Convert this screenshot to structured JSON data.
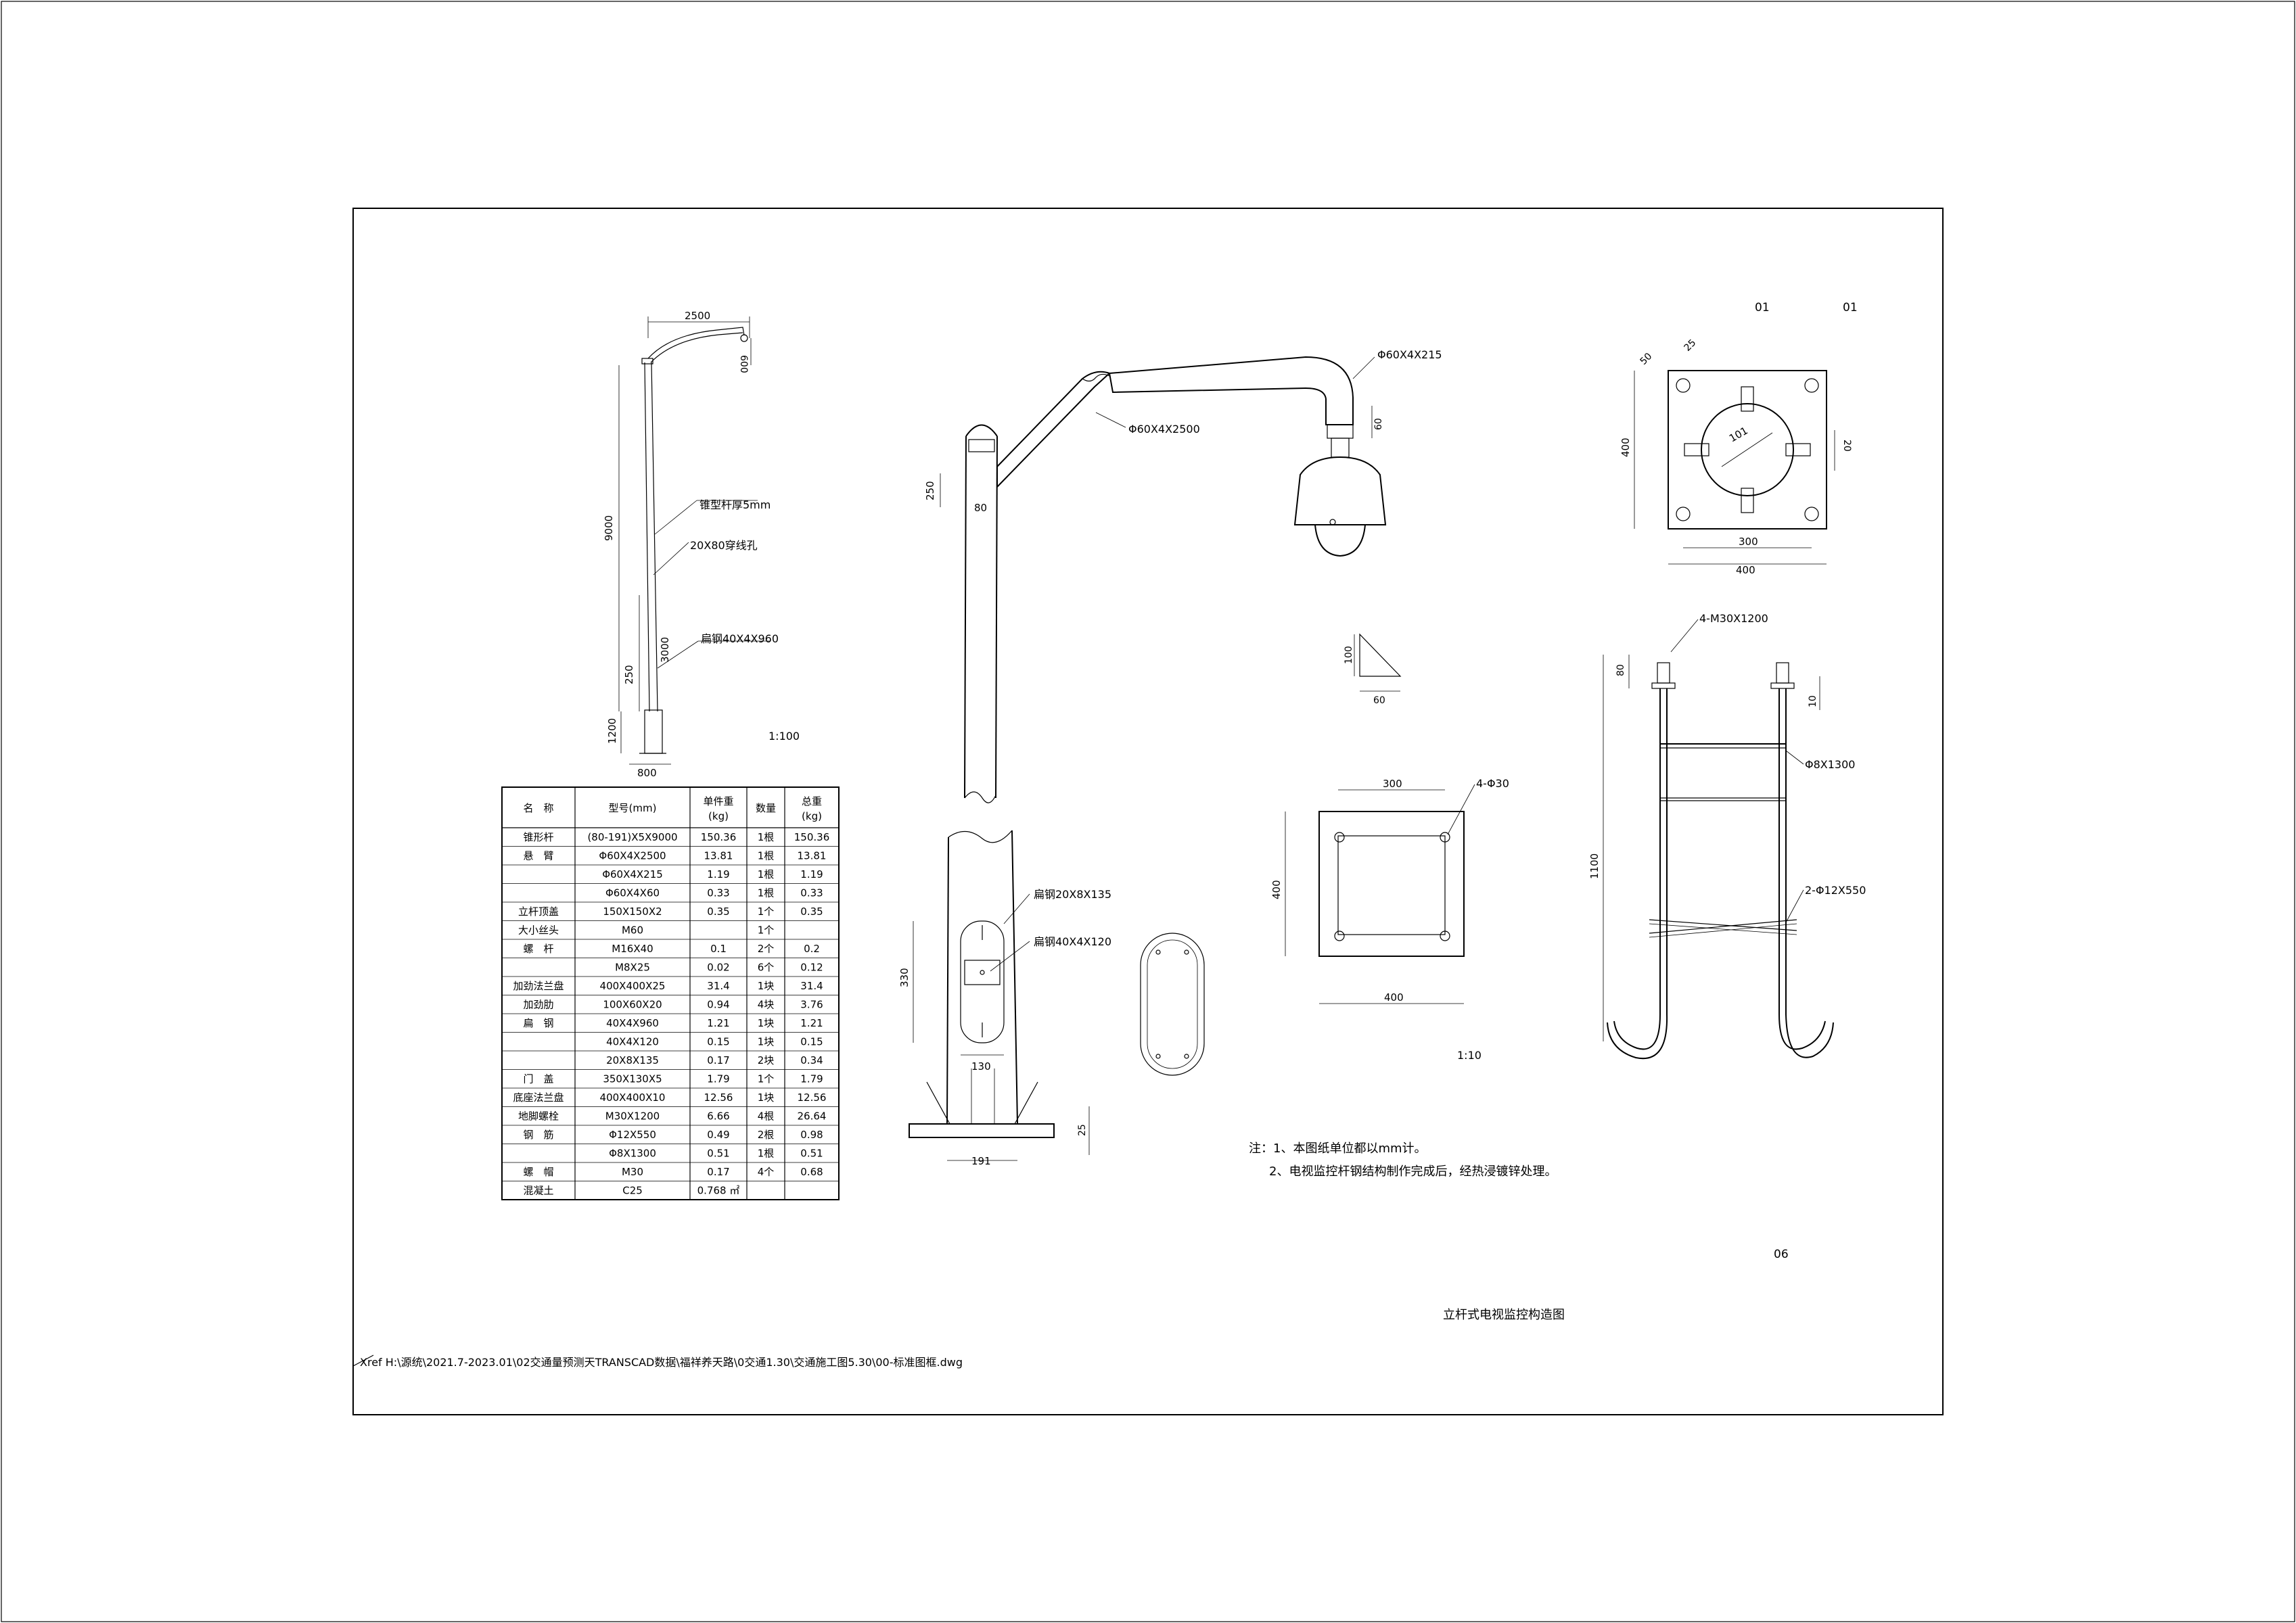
{
  "drawing": {
    "title": "立杆式电视监控构造图",
    "sheet_no": "06",
    "header_marks": [
      "01",
      "01"
    ],
    "xref": "Xref H:\\源统\\2021.7-2023.01\\02交通量预测天TRANSCAD数据\\福祥养天路\\0交通1.30\\交通施工图5.30\\00-标准图框.dwg",
    "scale_overall": "1:100",
    "scale_detail": "1:10"
  },
  "overall_view": {
    "dims": [
      "2500",
      "600",
      "9000",
      "3000",
      "250",
      "1200",
      "800"
    ],
    "callouts": [
      "锥型杆厚5mm",
      "20X80穿线孔",
      "扁钢40X4X960"
    ]
  },
  "detail_view": {
    "dims": [
      "250",
      "80",
      "60",
      "330",
      "130",
      "191",
      "25"
    ],
    "callouts": [
      "Φ60X4X215",
      "Φ60X4X2500",
      "扁钢20X8X135",
      "扁钢40X4X120"
    ]
  },
  "rib": {
    "dims": [
      "100",
      "60"
    ]
  },
  "top_flange": {
    "dims": [
      "50",
      "25",
      "400",
      "101",
      "20",
      "300",
      "400"
    ]
  },
  "base_plate": {
    "dims": [
      "300",
      "400",
      "400"
    ],
    "callout": "4-Φ30"
  },
  "anchor": {
    "dims": [
      "80",
      "10",
      "1100"
    ],
    "callouts": [
      "4-M30X1200",
      "Φ8X1300",
      "2-Φ12X550"
    ]
  },
  "notes": {
    "lines": [
      "注：1、本图纸单位都以mm计。",
      "2、电视监控杆钢结构制作完成后，经热浸镀锌处理。"
    ]
  },
  "table": {
    "headers": [
      "名　称",
      "型号(mm)",
      "单件重\n(kg)",
      "数量",
      "总重\n(kg)"
    ],
    "rows": [
      [
        "锥形杆",
        "(80-191)X5X9000",
        "150.36",
        "1根",
        "150.36"
      ],
      [
        "悬　臂",
        "Φ60X4X2500",
        "13.81",
        "1根",
        "13.81"
      ],
      [
        "",
        "Φ60X4X215",
        "1.19",
        "1根",
        "1.19"
      ],
      [
        "",
        "Φ60X4X60",
        "0.33",
        "1根",
        "0.33"
      ],
      [
        "立杆顶盖",
        "150X150X2",
        "0.35",
        "1个",
        "0.35"
      ],
      [
        "大小丝头",
        "M60",
        "",
        "1个",
        ""
      ],
      [
        "螺　杆",
        "M16X40",
        "0.1",
        "2个",
        "0.2"
      ],
      [
        "",
        "M8X25",
        "0.02",
        "6个",
        "0.12"
      ],
      [
        "加劲法兰盘",
        "400X400X25",
        "31.4",
        "1块",
        "31.4"
      ],
      [
        "加劲肋",
        "100X60X20",
        "0.94",
        "4块",
        "3.76"
      ],
      [
        "扁　钢",
        "40X4X960",
        "1.21",
        "1块",
        "1.21"
      ],
      [
        "",
        "40X4X120",
        "0.15",
        "1块",
        "0.15"
      ],
      [
        "",
        "20X8X135",
        "0.17",
        "2块",
        "0.34"
      ],
      [
        "门　盖",
        "350X130X5",
        "1.79",
        "1个",
        "1.79"
      ],
      [
        "底座法兰盘",
        "400X400X10",
        "12.56",
        "1块",
        "12.56"
      ],
      [
        "地脚螺栓",
        "M30X1200",
        "6.66",
        "4根",
        "26.64"
      ],
      [
        "钢　筋",
        "Φ12X550",
        "0.49",
        "2根",
        "0.98"
      ],
      [
        "",
        "Φ8X1300",
        "0.51",
        "1根",
        "0.51"
      ],
      [
        "螺　帽",
        "M30",
        "0.17",
        "4个",
        "0.68"
      ],
      [
        "混凝土",
        "C25",
        "0.768 ㎡",
        "",
        ""
      ]
    ]
  }
}
